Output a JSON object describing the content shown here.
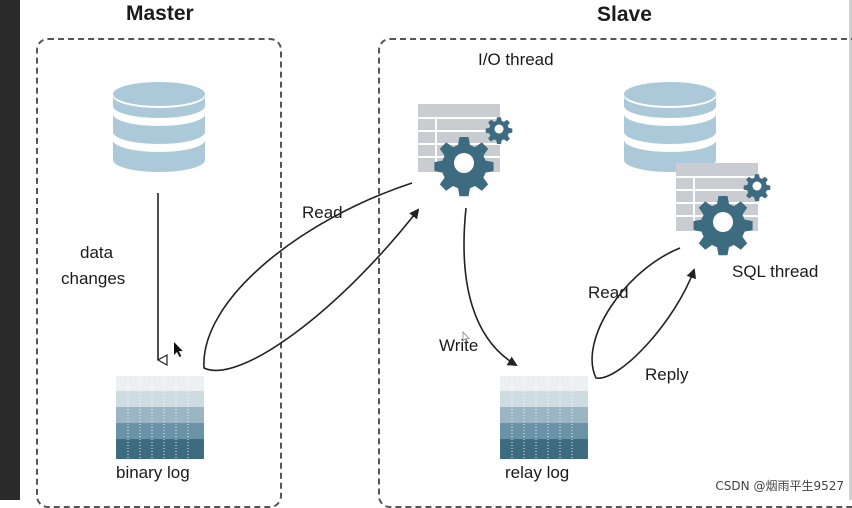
{
  "master": {
    "title": "Master",
    "data_changes": [
      "data",
      "changes"
    ],
    "log": "binary log"
  },
  "slave": {
    "title": "Slave",
    "io_thread": "I/O thread",
    "sql_thread": "SQL thread",
    "log": "relay log"
  },
  "arrows": {
    "read_1": "Read",
    "write": "Write",
    "read_2": "Read",
    "reply": "Reply"
  },
  "colors": {
    "db": "#abc9d8",
    "gear": "#3d6b80",
    "table": "#c9ccd0",
    "stack": [
      "#ecf0f3",
      "#cfdbe2",
      "#9ab5c4",
      "#6a93a8",
      "#3d6b80"
    ]
  },
  "icons": [
    "database-icon",
    "binary-log-icon",
    "relay-log-icon",
    "io-thread-gear-icon",
    "sql-thread-gear-icon",
    "cursor-icon"
  ],
  "watermark": "CSDN @烟雨平生9527"
}
